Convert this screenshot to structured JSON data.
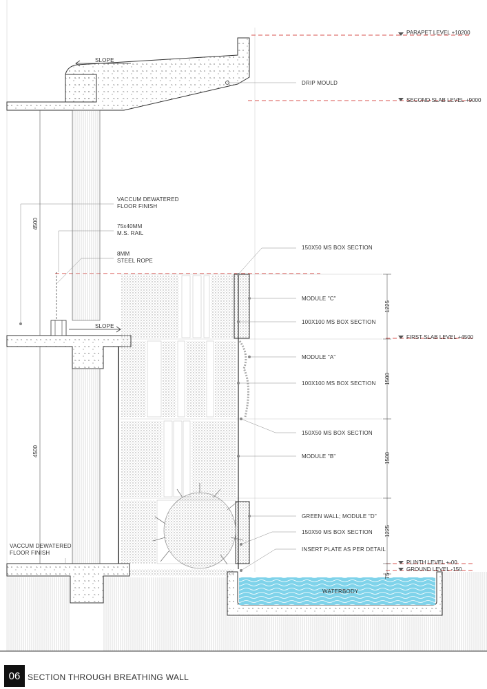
{
  "levels": {
    "parapet": "PARAPET LEVEL +10200",
    "second_slab": "SECOND SLAB LEVEL +9000",
    "first_slab": "FIRST SLAB LEVEL +4500",
    "plinth": "PLINTH LEVEL +-00",
    "ground": "GROUND LEVEL -150"
  },
  "labels": {
    "slope_top": "SLOPE",
    "slope_mid": "SLOPE",
    "drip_mould": "DRIP MOULD",
    "vdf_top_1": "VACCUM DEWATERED",
    "vdf_top_2": "FLOOR FINISH",
    "rail_1": "75x40MM",
    "rail_2": "M.S. RAIL",
    "rope_1": "8MM",
    "rope_2": "STEEL ROPE",
    "box_150_top": "150X50 MS BOX SECTION",
    "module_c": "MODULE  \"C\"",
    "box_100_c": "100X100 MS BOX SECTION",
    "module_a": "MODULE  \"A\"",
    "box_100_a": "100X100 MS BOX SECTION",
    "box_150_mid": "150X50 MS BOX SECTION",
    "module_b": "MODULE  \"B\"",
    "green_wall": "GREEN WALL; MODULE  \"D\"",
    "box_150_bot": "150X50 MS BOX SECTION",
    "insert_plate": "INSERT PLATE AS PER DETAIL",
    "vdf_bot_1": "VACCUM DEWATERED",
    "vdf_bot_2": "FLOOR FINISH",
    "waterbody": "WATERBODY"
  },
  "dimensions": {
    "upper_storey": "4500",
    "lower_storey": "4500",
    "module_c": "1225",
    "module_a": "1500",
    "module_b": "1500",
    "module_d": "1225",
    "plinth": "75"
  },
  "footer": {
    "number": "06",
    "title": "SECTION THROUGH BREATHING WALL"
  },
  "colors": {
    "line": "#333333",
    "level_dash": "#d9534f",
    "water": "#7fd3ea",
    "hatch": "#cfcfcf"
  }
}
